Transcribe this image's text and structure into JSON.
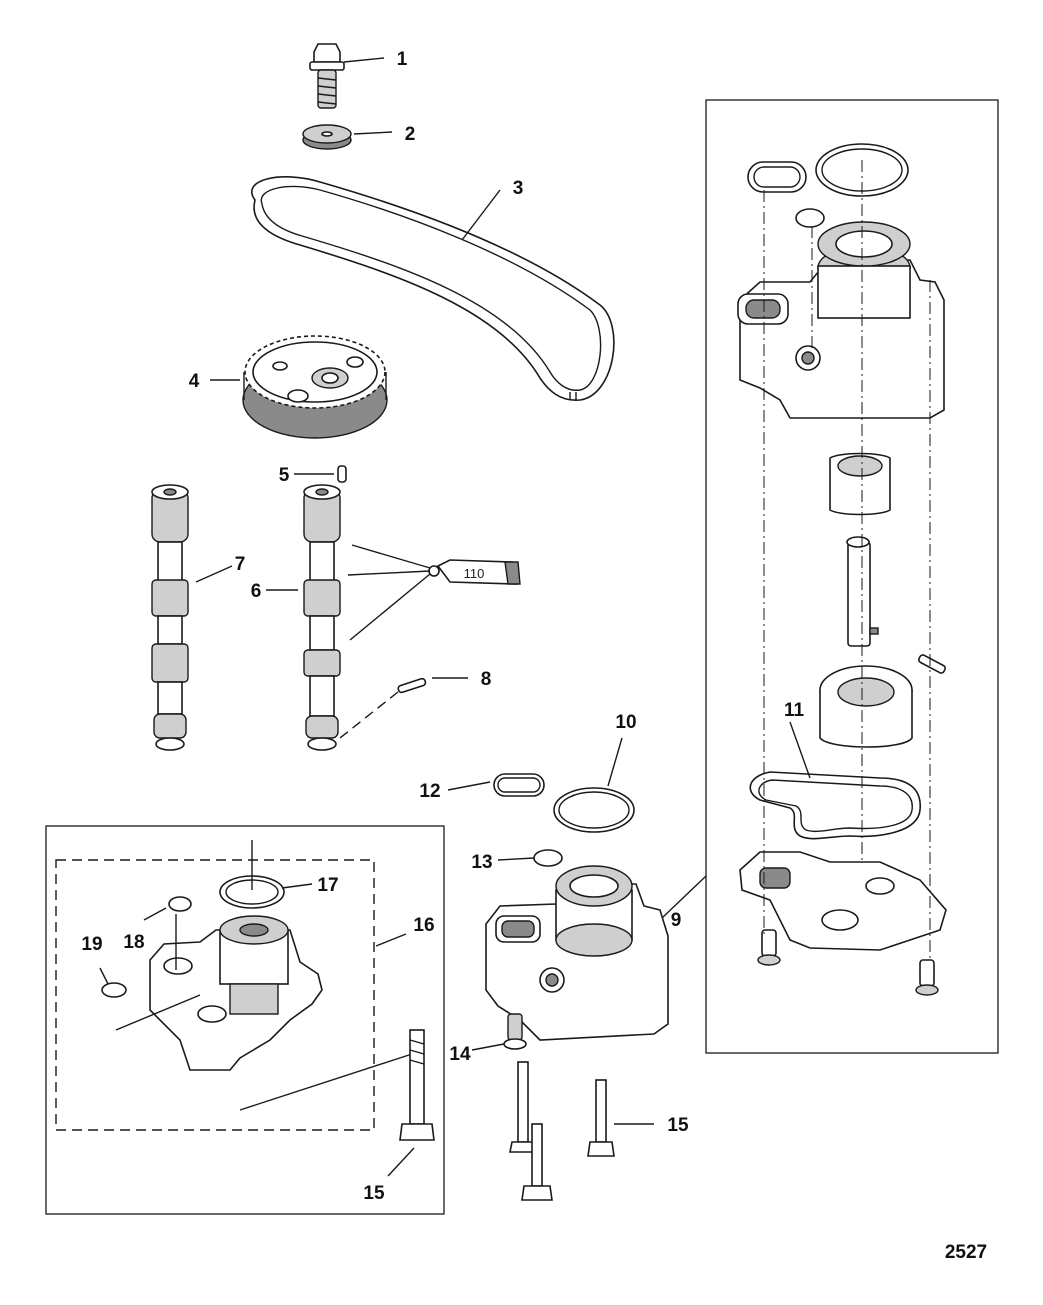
{
  "diagram": {
    "callouts": [
      {
        "id": "1",
        "label": "1"
      },
      {
        "id": "2",
        "label": "2"
      },
      {
        "id": "3",
        "label": "3"
      },
      {
        "id": "4",
        "label": "4"
      },
      {
        "id": "5",
        "label": "5"
      },
      {
        "id": "6",
        "label": "6"
      },
      {
        "id": "7",
        "label": "7"
      },
      {
        "id": "8",
        "label": "8"
      },
      {
        "id": "9",
        "label": "9"
      },
      {
        "id": "10",
        "label": "10"
      },
      {
        "id": "11",
        "label": "11"
      },
      {
        "id": "12",
        "label": "12"
      },
      {
        "id": "13",
        "label": "13"
      },
      {
        "id": "14",
        "label": "14"
      },
      {
        "id": "15a",
        "label": "15"
      },
      {
        "id": "15b",
        "label": "15"
      },
      {
        "id": "16",
        "label": "16"
      },
      {
        "id": "17",
        "label": "17"
      },
      {
        "id": "18",
        "label": "18"
      },
      {
        "id": "19",
        "label": "19"
      }
    ],
    "lubricant_tube_label": "110",
    "figure_number": "2527"
  }
}
